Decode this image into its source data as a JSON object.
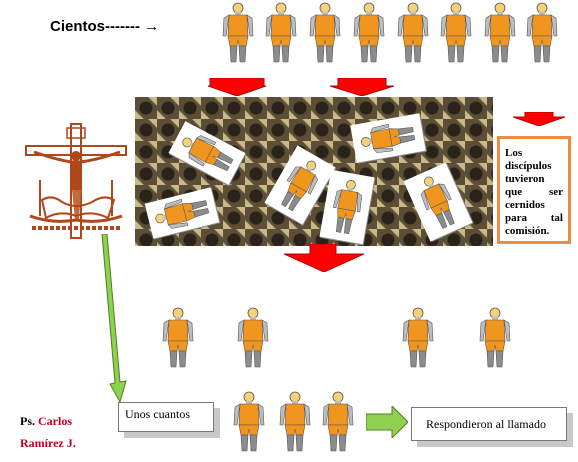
{
  "header": {
    "cientos_label": "Cientos-------"
  },
  "note": {
    "text": "Los discípulos tuvieron que ser cernidos para tal comisión."
  },
  "boxes": {
    "unos_cuantos": "Unos cuantos",
    "respondieron": "Respondieron al llamado"
  },
  "author": {
    "prefix": "Ps.",
    "name_line1": "Carlos",
    "name_line2": "Ramírez J."
  },
  "icons": [
    "crucifix-icon",
    "person-icon",
    "arrow-down-icon",
    "arrow-right-icon"
  ],
  "colors": {
    "red_arrow": "#ff0000",
    "green_arrow": "#8dd14f",
    "note_border": "#f08a3c",
    "author_red": "#c0001a",
    "figure_orange": "#f0961e"
  }
}
